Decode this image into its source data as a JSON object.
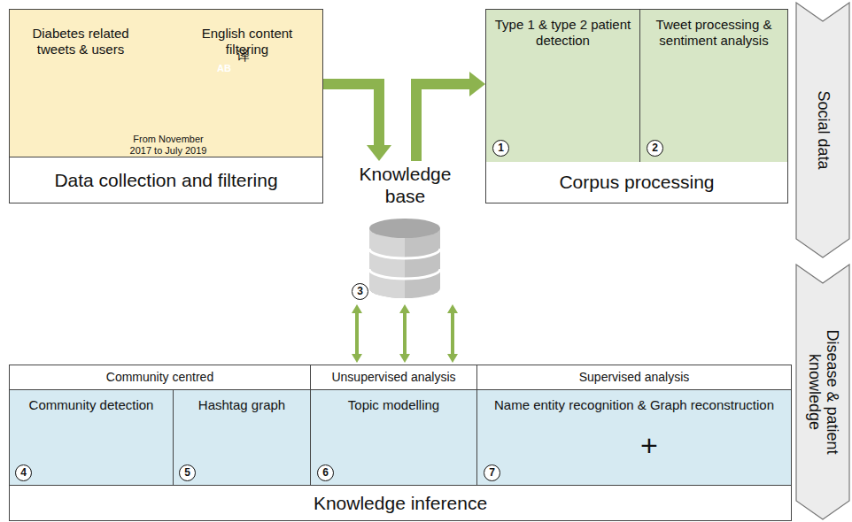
{
  "diagram": {
    "nodes": [
      {
        "text": [
          "Data collection and filtering"
        ]
      },
      {
        "text": [
          "Diabetes related tweets & users"
        ],
        "in": 0
      },
      {
        "text": [
          "English content filtering"
        ],
        "in": 0
      },
      {
        "text": [
          "Knowledge base"
        ]
      },
      {
        "text": [
          "Corpus processing"
        ]
      },
      {
        "text": [
          "Type 1 & type 2 patient detection"
        ],
        "in": 4
      },
      {
        "text": [
          "Tweet processing & sentiment analysis"
        ],
        "in": 4
      },
      {
        "text": [
          "Social data"
        ]
      },
      {
        "text": [
          "Disease & patient knowledge"
        ]
      },
      {
        "text": [
          "Knowledge inference"
        ]
      },
      {
        "text": [
          "Community centred"
        ],
        "in": 9
      },
      {
        "text": [
          "Community detection"
        ],
        "in": 10
      },
      {
        "text": [
          "Hashtag graph"
        ],
        "in": 10
      },
      {
        "text": [
          "Unsupervised analysis"
        ],
        "in": 9
      },
      {
        "text": [
          "Topic modelling"
        ],
        "in": 13
      },
      {
        "text": [
          "Supervised analysis"
        ],
        "in": 9
      },
      {
        "text": [
          "Name entity recognition & Graph reconstruction"
        ],
        "in": 15
      }
    ],
    "edges": [
      {
        "from": 1,
        "to": 2,
        "arrow": "to"
      },
      {
        "from": 0,
        "to": 3,
        "arrow": "to"
      },
      {
        "from": 3,
        "to": 4,
        "arrow": "to"
      },
      {
        "from": 3,
        "to": 9,
        "arrow": "both"
      },
      {
        "from": 3,
        "to": 9,
        "arrow": "both"
      },
      {
        "from": 3,
        "to": 9,
        "arrow": "both"
      }
    ],
    "labels": [
      "From November 2017 to July 2019",
      "AB",
      "译",
      "1",
      "2",
      "3",
      "4",
      "5",
      "6",
      "7",
      "+"
    ]
  }
}
